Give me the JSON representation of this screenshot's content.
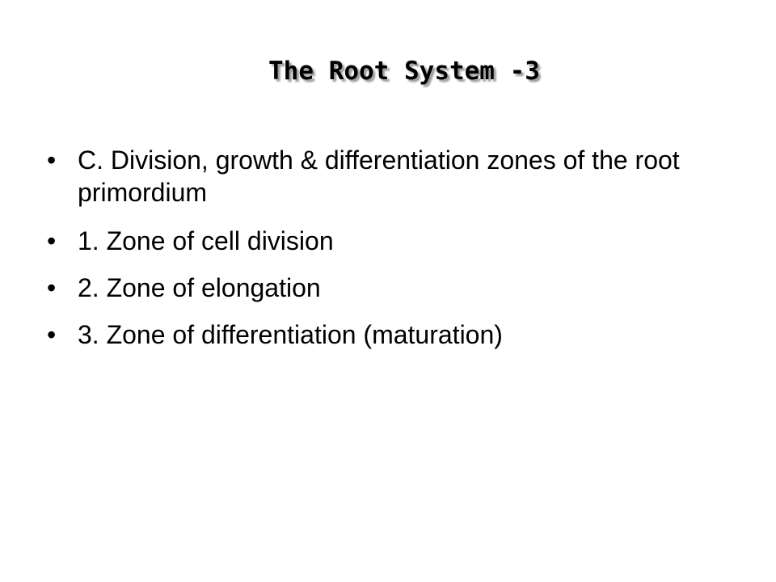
{
  "slide": {
    "title": "The Root System -3",
    "bullets": [
      {
        "marker": "•",
        "text": "C. Division, growth & differentiation zones of the root primordium"
      },
      {
        "marker": "•",
        "text": "1. Zone of cell division"
      },
      {
        "marker": "•",
        "text": "2. Zone of elongation"
      },
      {
        "marker": "•",
        "text": "3. Zone of differentiation (maturation)"
      }
    ]
  }
}
